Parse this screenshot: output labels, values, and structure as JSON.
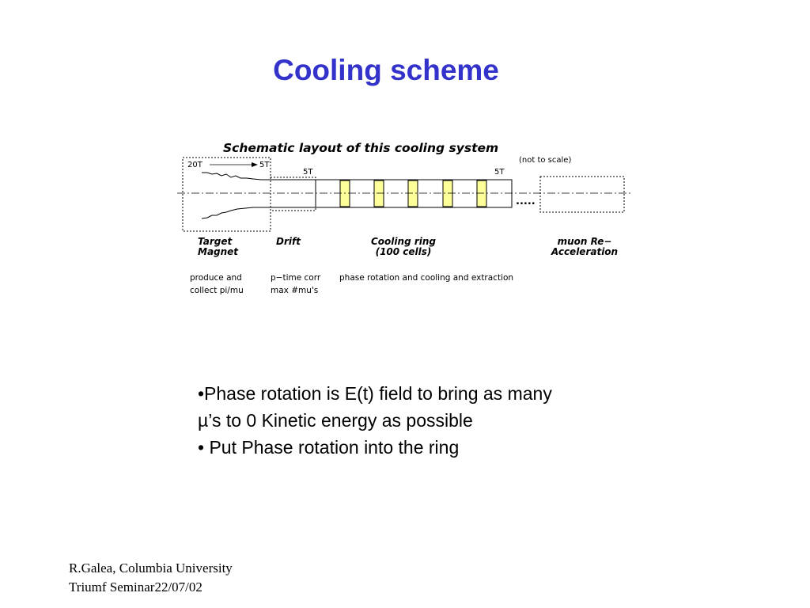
{
  "slide": {
    "title": "Cooling scheme"
  },
  "diagram": {
    "heading": "Schematic layout of this cooling system",
    "scale_note": "(not to scale)",
    "field_labels": {
      "target_start": "20T",
      "target_end": "5T",
      "ring_start": "5T",
      "ring_end": "5T"
    },
    "continuation": ".....",
    "sections": [
      {
        "name_line1": "Target",
        "name_line2": "Magnet",
        "desc_line1": "produce and",
        "desc_line2": "collect pi/mu"
      },
      {
        "name_line1": "Drift",
        "name_line2": "",
        "desc_line1": "p−time corr",
        "desc_line2": "max  #mu's"
      },
      {
        "name_line1": "Cooling ring",
        "name_line2": "(100 cells)",
        "desc_line1": "phase rotation and cooling and extraction",
        "desc_line2": ""
      },
      {
        "name_line1": "muon Re−",
        "name_line2": "Acceleration",
        "desc_line1": "",
        "desc_line2": ""
      }
    ],
    "colors": {
      "cell_fill": "#ffff99",
      "title": "#3333cc"
    }
  },
  "bullets": [
    "•Phase rotation is E(t) field to bring as many",
    "µ’s to 0 Kinetic energy as possible",
    "• Put Phase rotation into the ring"
  ],
  "footer": {
    "line1": "R.Galea, Columbia University",
    "line2": "Triumf Seminar22/07/02"
  }
}
